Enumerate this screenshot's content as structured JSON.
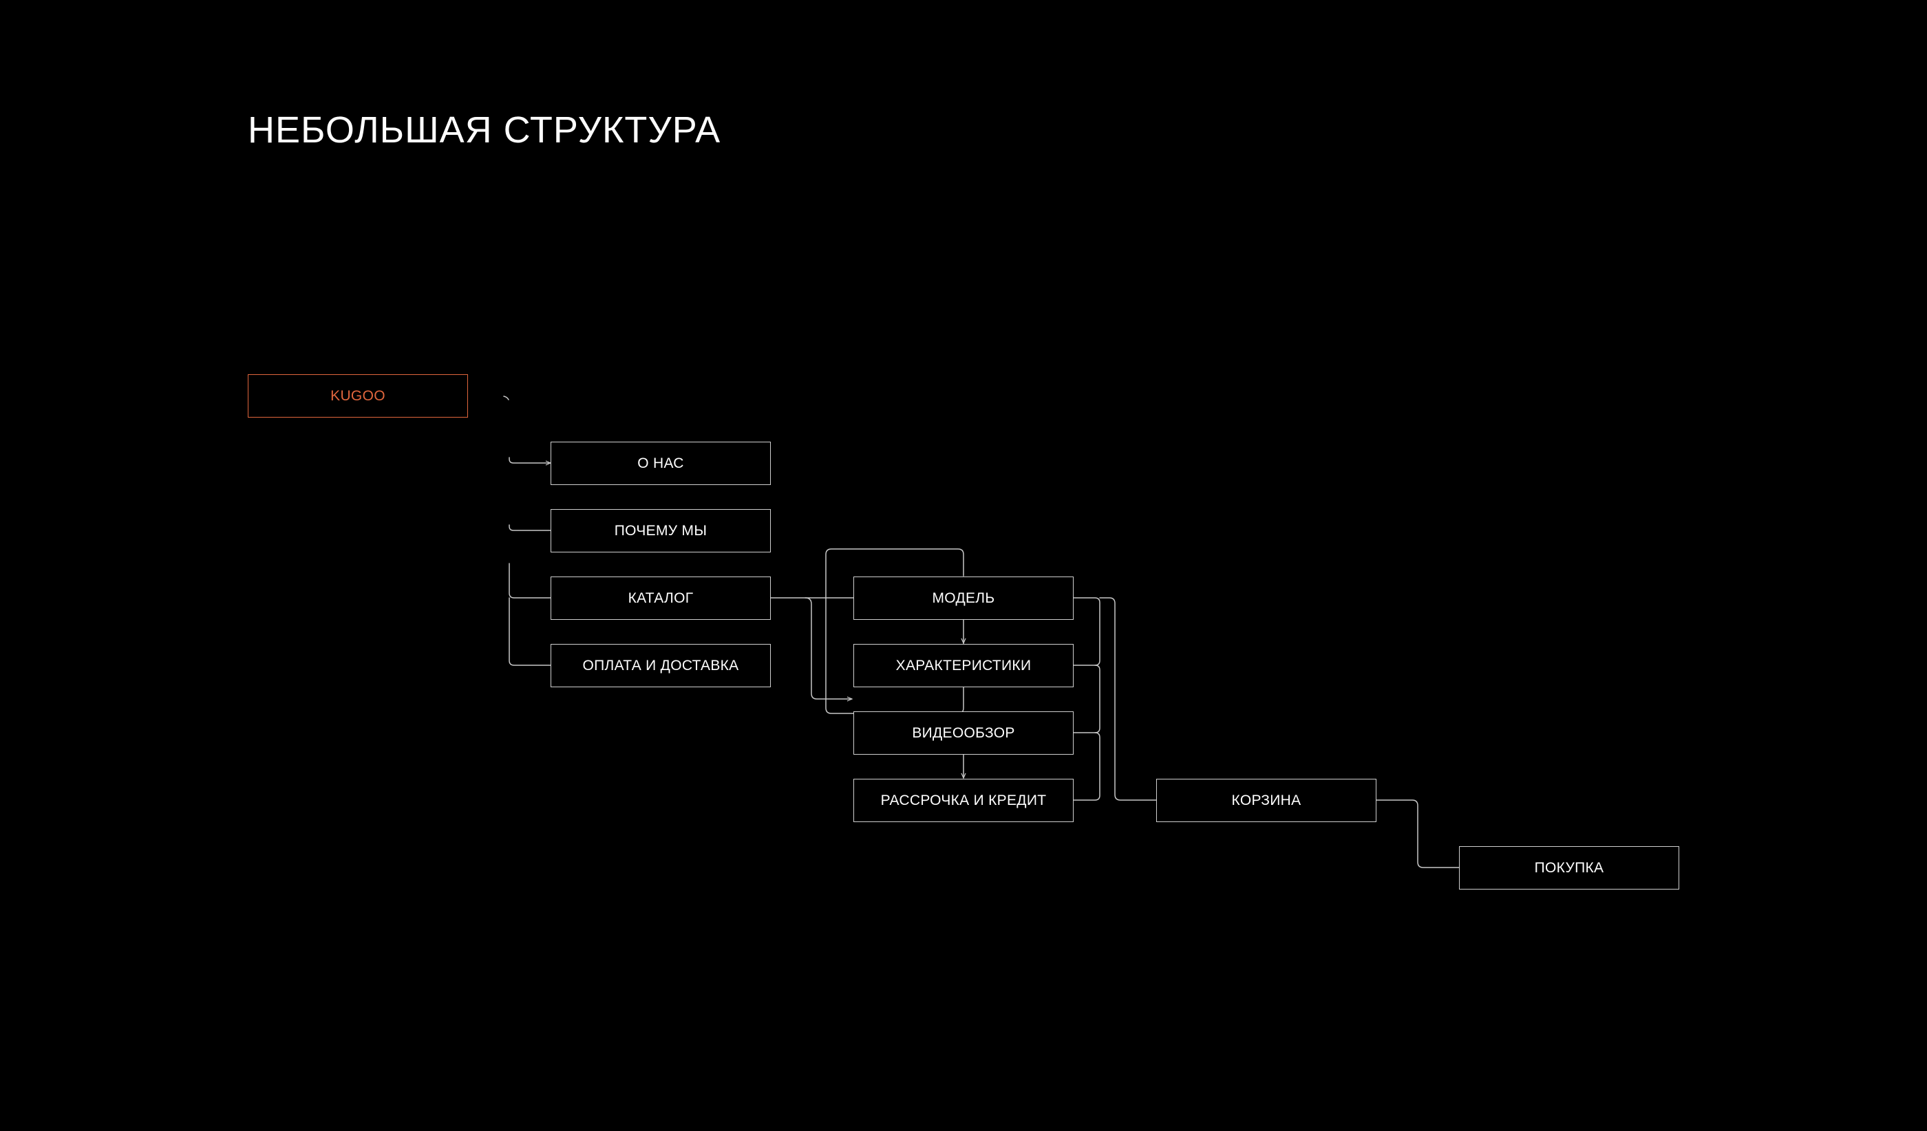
{
  "title": "НЕБОЛЬШАЯ СТРУКТУРА",
  "colors": {
    "background": "#000000",
    "text": "#ffffff",
    "node_border": "#cfcfcf",
    "connector": "#c8c8c8",
    "accent": "#e0663d"
  },
  "nodes": {
    "root": "KUGOO",
    "about": "О НАС",
    "why_us": "ПОЧЕМУ МЫ",
    "catalog": "КАТАЛОГ",
    "payment_delivery": "ОПЛАТА И ДОСТАВКА",
    "model": "МОДЕЛЬ",
    "specs": "ХАРАКТЕРИСТИКИ",
    "video_review": "ВИДЕООБЗОР",
    "installment_credit": "РАССРОЧКА И КРЕДИТ",
    "cart": "КОРЗИНА",
    "purchase": "ПОКУПКА"
  },
  "edges": [
    {
      "from": "root",
      "to": "about"
    },
    {
      "from": "root",
      "to": "why_us"
    },
    {
      "from": "root",
      "to": "catalog"
    },
    {
      "from": "root",
      "to": "payment_delivery"
    },
    {
      "from": "catalog",
      "to": "model"
    },
    {
      "from": "catalog",
      "to": "specs"
    },
    {
      "from": "model",
      "to": "specs"
    },
    {
      "from": "model",
      "to": "installment_credit"
    },
    {
      "from": "model",
      "to": "cart"
    },
    {
      "from": "specs",
      "to": "cart"
    },
    {
      "from": "video_review",
      "to": "cart"
    },
    {
      "from": "installment_credit",
      "to": "cart"
    },
    {
      "from": "cart",
      "to": "purchase"
    }
  ]
}
